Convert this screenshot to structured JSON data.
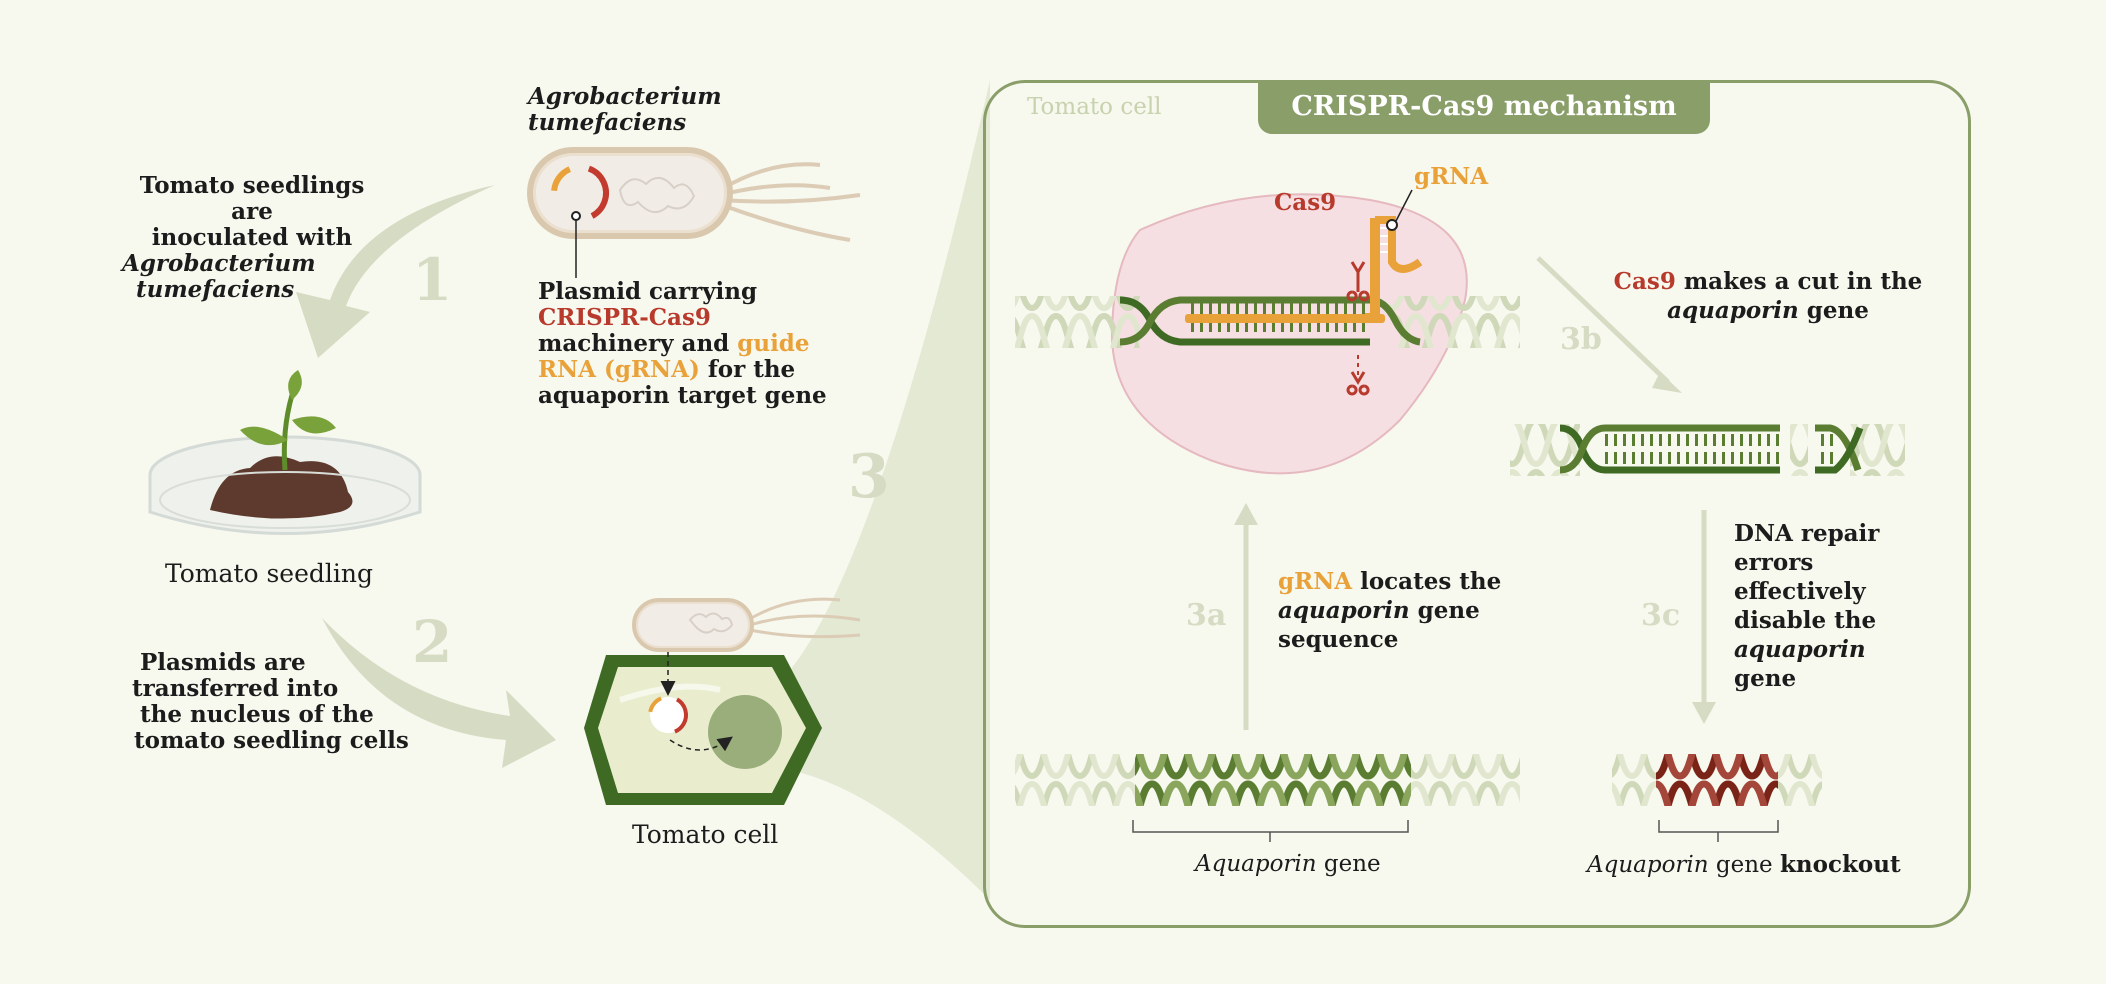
{
  "bacterium_name": [
    "Agrobacterium",
    "tumefaciens"
  ],
  "step1": {
    "number": "1",
    "text_line1": "Tomato seedlings are",
    "text_line2": "inoculated with",
    "text_line3": "Agrobacterium",
    "text_line4": "tumefaciens"
  },
  "plasmid_label": {
    "line1": "Plasmid carrying",
    "line2": "CRISPR-Cas9",
    "line3a": "machinery and ",
    "line3b": "guide",
    "line4a": "RNA (gRNA)",
    "line4b": " for the",
    "line5": "aquaporin target gene"
  },
  "seedling_caption": "Tomato seedling",
  "step2": {
    "number": "2",
    "text_line1": "Plasmids are",
    "text_line2": "transferred into",
    "text_line3": "the nucleus of the",
    "text_line4": "tomato seedling cells"
  },
  "cell_caption": "Tomato cell",
  "step3_number": "3",
  "panel": {
    "title": "CRISPR-Cas9 mechanism",
    "corner_label": "Tomato cell"
  },
  "cas9_label": "Cas9",
  "grna_label": "gRNA",
  "step3a": {
    "number": "3a",
    "part1": "gRNA",
    "part2": " locates the",
    "part3": "aquaporin",
    "part4": " gene",
    "part5": "sequence"
  },
  "step3b": {
    "number": "3b",
    "part1": "Cas9",
    "part2": " makes a cut in the",
    "part3": "aquaporin",
    "part4": " gene"
  },
  "step3c": {
    "number": "3c",
    "lines": [
      "DNA repair",
      "errors",
      "effectively",
      "disable the",
      "aquaporin",
      "gene"
    ]
  },
  "gene_caption": {
    "italic": "Aquaporin",
    "rest": " gene"
  },
  "knockout_caption": {
    "italic": "Aquaporin",
    "rest": " gene ",
    "bold": "knockout"
  },
  "colors": {
    "background": "#f7f8ee",
    "accent_green": "#8a9e6a",
    "dna_green": "#5a7d32",
    "cas9_red": "#b83a2c",
    "grna_orange": "#e9a23a",
    "knockout_red": "#7a2418",
    "cas9_blob": "#f5dfe2",
    "arrow_green": "#d6dcc3"
  }
}
